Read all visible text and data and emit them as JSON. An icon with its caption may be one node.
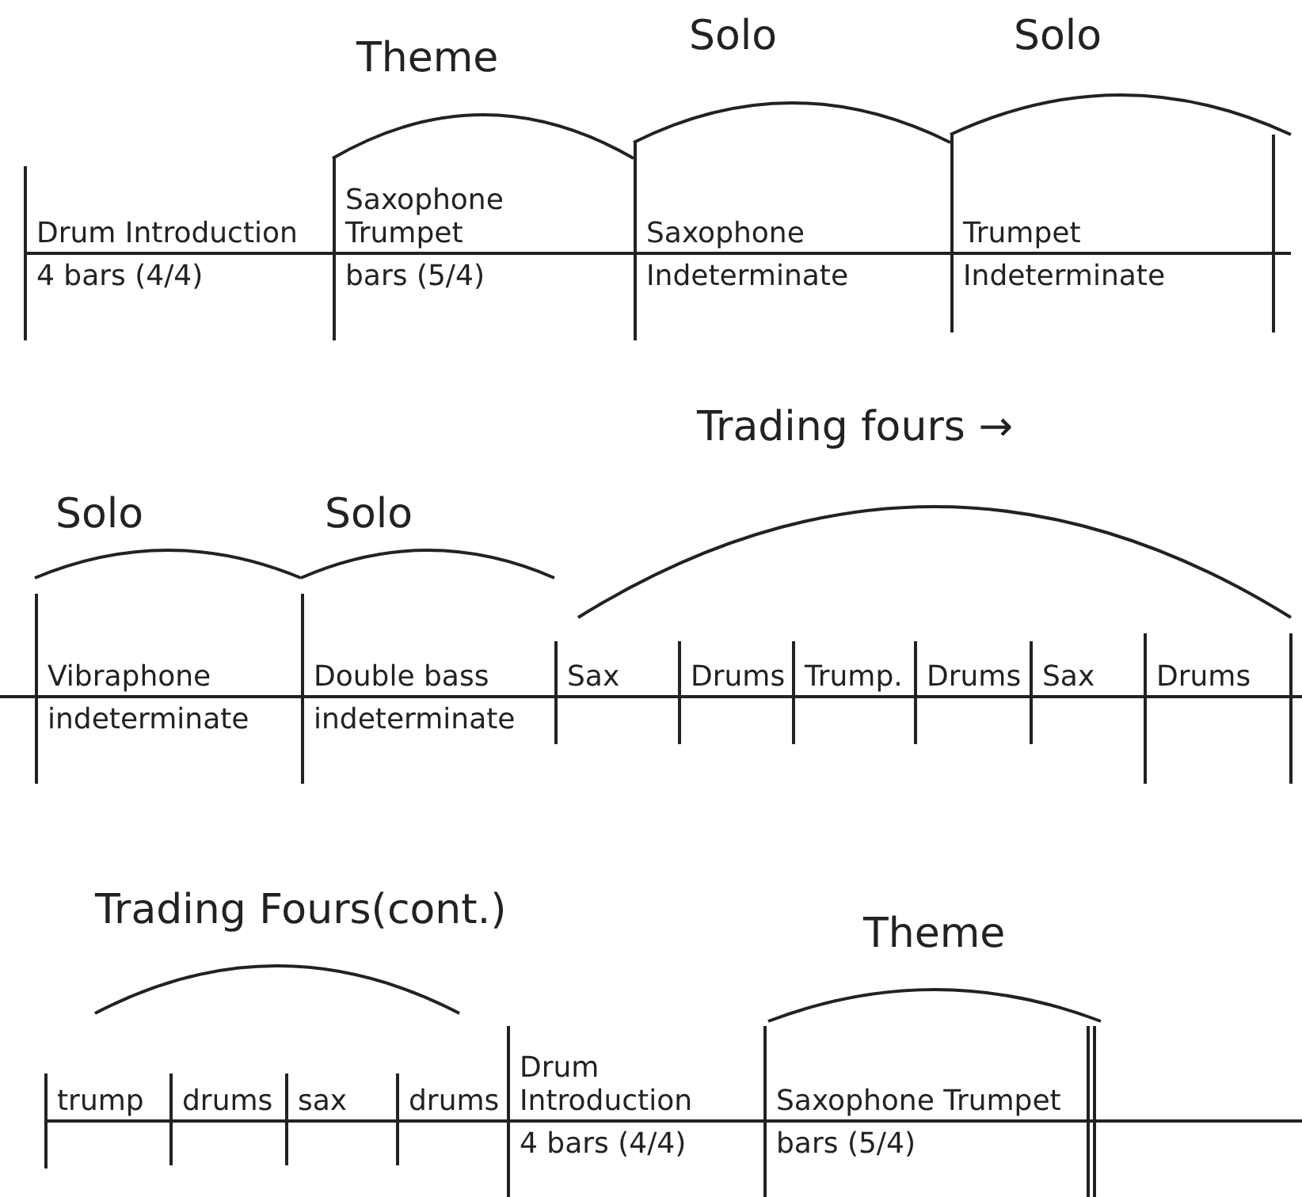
{
  "diagram": {
    "nodes": [
      {
        "text": [
          "Drum Introduction",
          "4 bars (4/4)"
        ]
      },
      {
        "text": [
          "Saxophone Trumpet",
          "bars (5/4)"
        ]
      },
      {
        "text": [
          "Saxophone",
          "Indeterminate"
        ]
      },
      {
        "text": [
          "Trumpet",
          "Indeterminate"
        ]
      },
      {
        "text": [
          "Vibraphone",
          "indeterminate"
        ]
      },
      {
        "text": [
          "Double bass",
          "indeterminate"
        ]
      },
      {
        "text": [
          "Sax"
        ]
      },
      {
        "text": [
          "Drums"
        ]
      },
      {
        "text": [
          "Trump."
        ]
      },
      {
        "text": [
          "Drums"
        ]
      },
      {
        "text": [
          "Sax"
        ]
      },
      {
        "text": [
          "Drums"
        ]
      },
      {
        "text": [
          "trump"
        ]
      },
      {
        "text": [
          "drums"
        ]
      },
      {
        "text": [
          "sax"
        ]
      },
      {
        "text": [
          "drums"
        ]
      },
      {
        "text": [
          "Drum Introduction",
          "4 bars (4/4)"
        ]
      },
      {
        "text": [
          "Saxophone Trumpet",
          "bars (5/4)"
        ]
      }
    ],
    "labels": [
      "Theme",
      "Solo",
      "Solo",
      "Trading fours →",
      "Solo",
      "Solo",
      "Trading Fours(cont.)",
      "Theme"
    ]
  }
}
